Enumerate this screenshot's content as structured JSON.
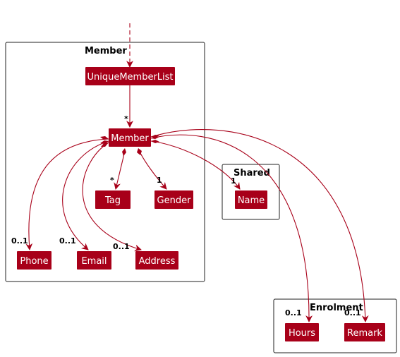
{
  "colors": {
    "class_fill": "#A80019",
    "edge": "#A80019",
    "frame": "#222222"
  },
  "packages": {
    "member": "Member",
    "shared": "Shared",
    "enrolment": "Enrolment"
  },
  "classes": {
    "unique_member_list": "UniqueMemberList",
    "member": "Member",
    "tag": "Tag",
    "gender": "Gender",
    "name": "Name",
    "phone": "Phone",
    "email": "Email",
    "address": "Address",
    "hours": "Hours",
    "remark": "Remark"
  },
  "multiplicities": {
    "list_to_member": "*",
    "tag": "*",
    "gender": "1",
    "name": "1",
    "phone": "0..1",
    "email": "0..1",
    "address": "0..1",
    "hours": "0..1",
    "remark": "0..1"
  }
}
